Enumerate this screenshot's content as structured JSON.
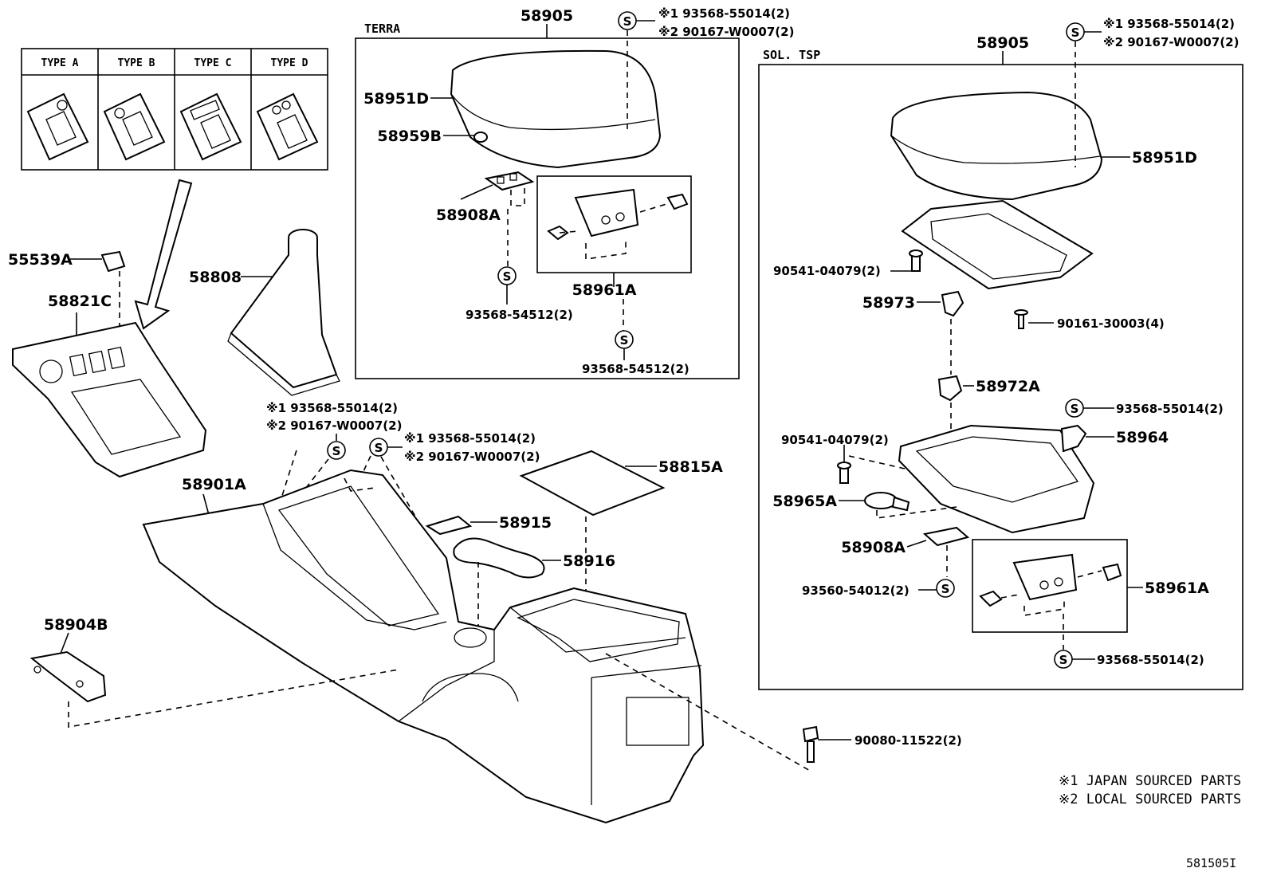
{
  "sections": {
    "terra": "TERRA",
    "sol_tsp": "SOL. TSP"
  },
  "type_table": [
    "TYPE A",
    "TYPE B",
    "TYPE C",
    "TYPE D"
  ],
  "labels": {
    "p58905_terra": "58905",
    "p58905_sol": "58905",
    "p58951D_terra": "58951D",
    "p58951D_sol": "58951D",
    "p58959B": "58959B",
    "p58908A_terra": "58908A",
    "p58908A_sol": "58908A",
    "p58961A_terra": "58961A",
    "p58961A_sol": "58961A",
    "p93568_54512_a": "93568-54512(2)",
    "p93568_54512_b": "93568-54512(2)",
    "p55539A": "55539A",
    "p58821C": "58821C",
    "p58808": "58808",
    "p58901A": "58901A",
    "p58904B": "58904B",
    "p58815A": "58815A",
    "p58915": "58915",
    "p58916": "58916",
    "p90080": "90080-11522(2)",
    "p90541_a": "90541-04079(2)",
    "p90541_b": "90541-04079(2)",
    "p58973": "58973",
    "p90161": "90161-30003(4)",
    "p58972A": "58972A",
    "p93568_55014_r": "93568-55014(2)",
    "p58964": "58964",
    "p58965A": "58965A",
    "p93560": "93560-54012(2)",
    "p93568_55014_b": "93568-55014(2)"
  },
  "callouts": {
    "terra_top_1": "※1 93568-55014(2)",
    "terra_top_2": "※2 90167-W0007(2)",
    "sol_top_1": "※1 93568-55014(2)",
    "sol_top_2": "※2 90167-W0007(2)",
    "mid_left_1": "※1 93568-55014(2)",
    "mid_left_2": "※2 90167-W0007(2)",
    "mid_right_1": "※1 93568-55014(2)",
    "mid_right_2": "※2 90167-W0007(2)"
  },
  "screw_symbol": "S",
  "notes": {
    "note1": "※1 JAPAN SOURCED PARTS",
    "note2": "※2 LOCAL SOURCED PARTS"
  },
  "figure_id": "581505I"
}
